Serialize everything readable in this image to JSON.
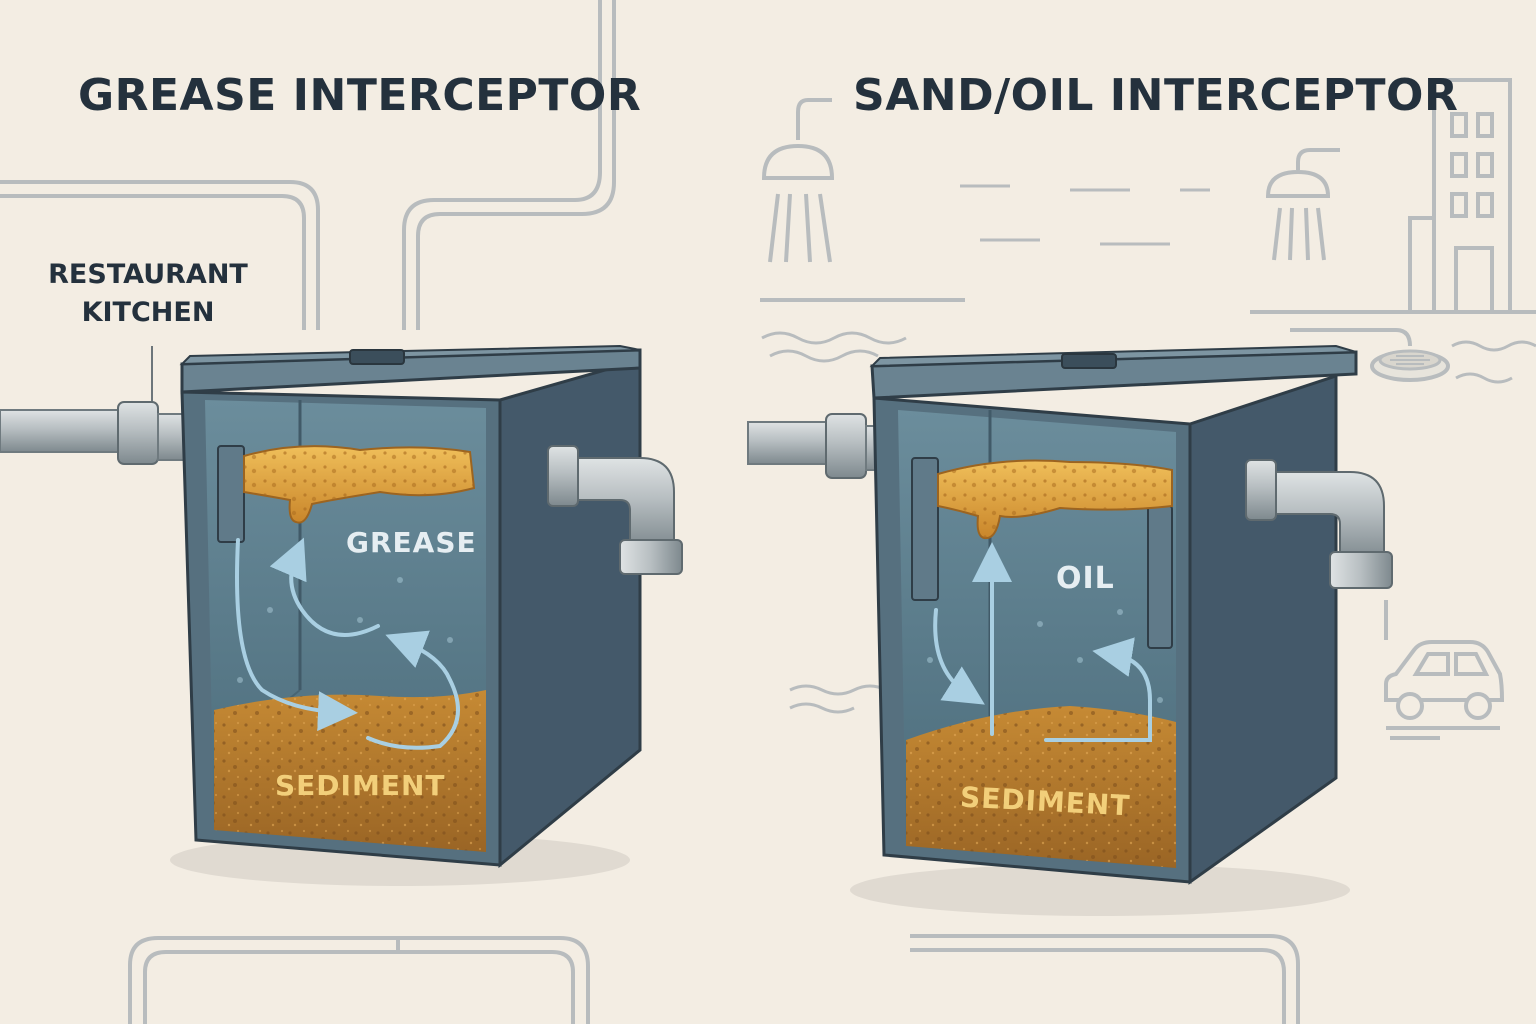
{
  "titles": {
    "left": "GREASE INTERCEPTOR",
    "right": "SAND/OIL INTERCEPTOR"
  },
  "callouts": {
    "source_line1": "RESTAURANT",
    "source_line2": "KITCHEN"
  },
  "labels": {
    "grease": "GREASE",
    "oil": "OIL",
    "sediment_left": "SEDIMENT",
    "sediment_right": "SEDIMENT"
  },
  "icons": [
    "shower-icon",
    "shower-icon",
    "building-icon",
    "car-icon",
    "floor-drain-icon"
  ],
  "colors": {
    "background": "#f3ede3",
    "tank_steel": "#4f6673",
    "water": "#5a7c8c",
    "grease": "#e0a33c",
    "sediment": "#b57d2e",
    "pipe": "#b9bfc2",
    "title_text": "#24313d"
  }
}
